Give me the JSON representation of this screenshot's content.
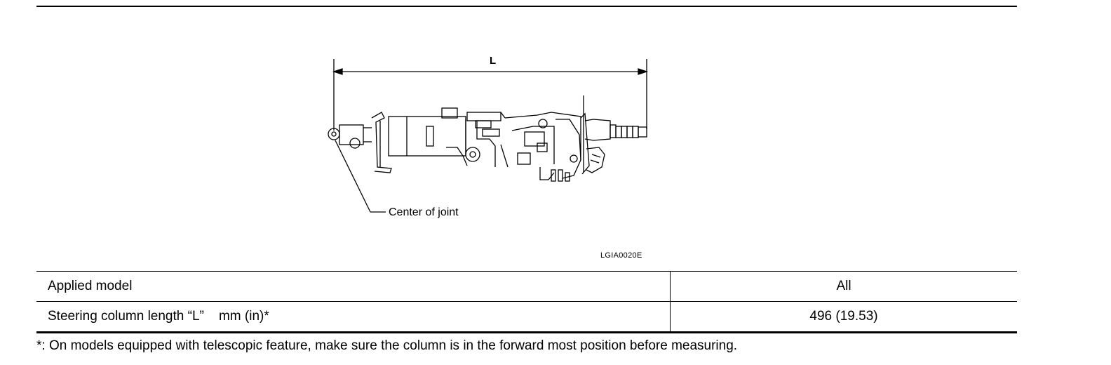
{
  "figure": {
    "dimension_label": "L",
    "callout": "Center of joint",
    "code": "LGIA0020E"
  },
  "table": {
    "rows": [
      {
        "label": "Applied model",
        "value": "All"
      },
      {
        "label": "Steering column length “L”    mm (in)*",
        "value": "496 (19.53)"
      }
    ]
  },
  "footnote": "*: On models equipped with telescopic feature, make sure the column is in the forward most position before measuring."
}
